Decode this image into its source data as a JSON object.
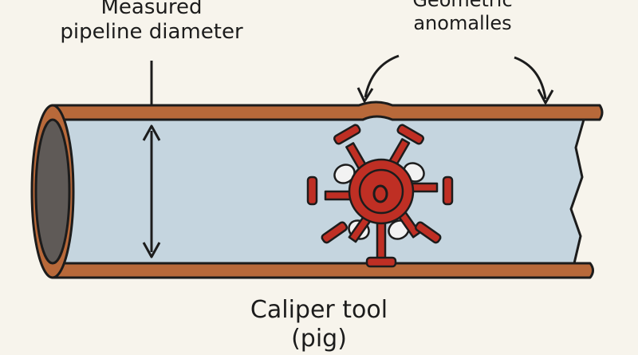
{
  "labels": {
    "diameter": {
      "line1": "Measured",
      "line2": "pipeline diameter"
    },
    "anomalies": {
      "line1": "Geometric",
      "line2": "anomalles"
    },
    "tool": {
      "line1": "Caliper tool",
      "line2": "(pig)"
    }
  },
  "colors": {
    "background": "#f7f4ec",
    "pipe_wall": "#b8693a",
    "pipe_interior": "#c5d5df",
    "pipe_end": "#5f5a57",
    "tool": "#bf2f24",
    "wheels": "#f2f2f2",
    "outline": "#1c1c1c"
  },
  "icons": {
    "tool": "caliper-pig-icon"
  }
}
